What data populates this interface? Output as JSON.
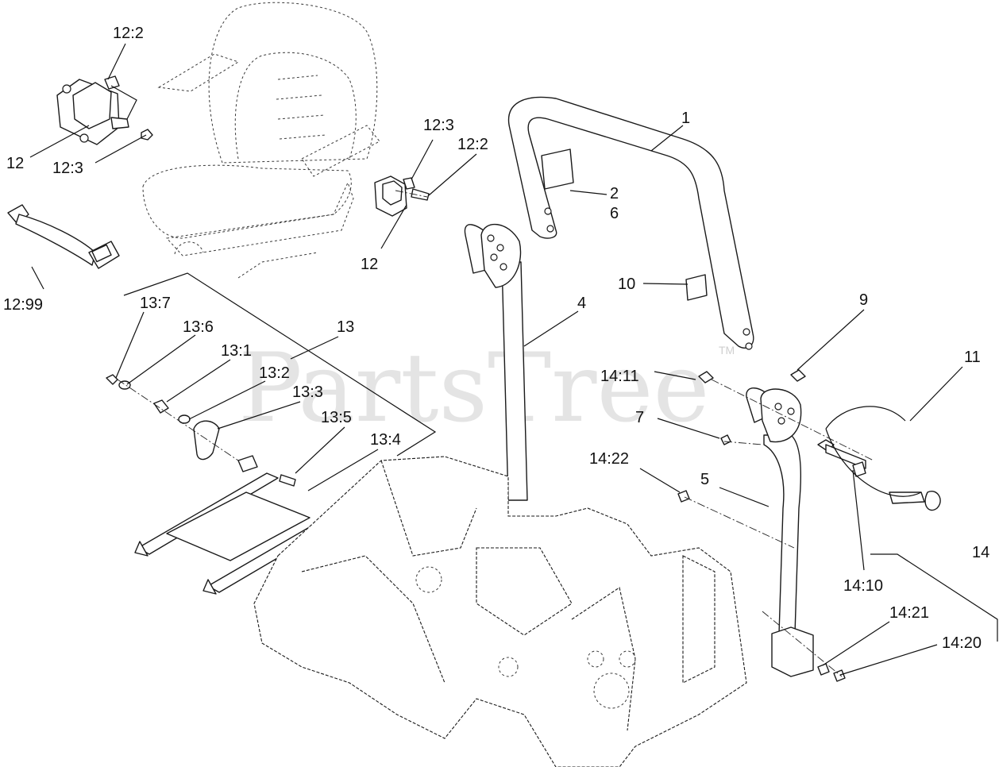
{
  "watermark": {
    "text": "PartsTree",
    "tm": "TM"
  },
  "callouts": {
    "c_12_2_a": "12:2",
    "c_12_a": "12",
    "c_12_3_a": "12:3",
    "c_12_99": "12:99",
    "c_12_3_b": "12:3",
    "c_12_2_b": "12:2",
    "c_12_b": "12",
    "c_1": "1",
    "c_2": "2",
    "c_6": "6",
    "c_10": "10",
    "c_4": "4",
    "c_9": "9",
    "c_11": "11",
    "c_13_7": "13:7",
    "c_13_6": "13:6",
    "c_13": "13",
    "c_13_1": "13:1",
    "c_13_2": "13:2",
    "c_13_3": "13:3",
    "c_13_5": "13:5",
    "c_13_4": "13:4",
    "c_14_11": "14:11",
    "c_7": "7",
    "c_14_22": "14:22",
    "c_5": "5",
    "c_14": "14",
    "c_14_10": "14:10",
    "c_14_21": "14:21",
    "c_14_20": "14:20"
  }
}
